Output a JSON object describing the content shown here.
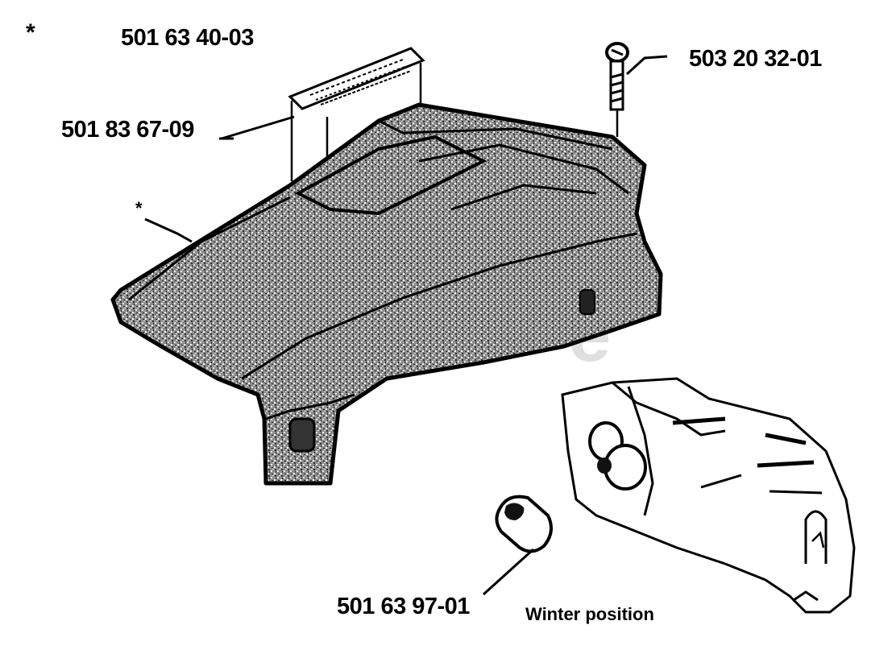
{
  "diagram": {
    "part_labels": {
      "cover_part": "501 63 40-03",
      "decal_part": "501 83 67-09",
      "screw_part": "503 20 32-01",
      "winter_plug_part": "501 63 97-01"
    },
    "markers": {
      "top_left_star": "*",
      "cover_star": "*"
    },
    "caption": "Winter position",
    "watermark_text": "e",
    "colors": {
      "ink": "#000000",
      "cover_fill": "#9a9a9a",
      "paper": "#ffffff",
      "watermark": "#c8c8c8"
    }
  }
}
